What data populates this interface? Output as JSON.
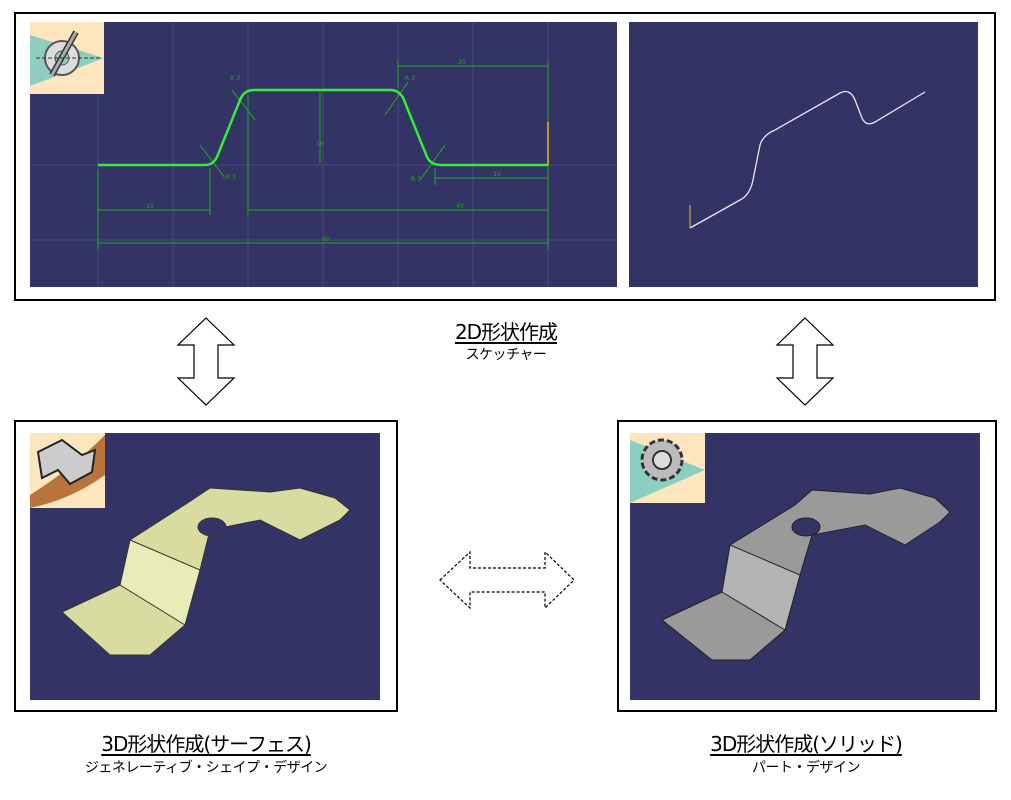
{
  "sketcher": {
    "title": "2D形状作成",
    "subtitle": "スケッチャー",
    "dimensions": {
      "left_flat": "15",
      "total": "60",
      "right_span": "40",
      "top_right": "20",
      "right_flat": "15",
      "height": "10",
      "radius": "R 3"
    }
  },
  "surface": {
    "title": "3D形状作成(サーフェス)",
    "subtitle": "ジェネレーティブ・シェイプ・デザイン"
  },
  "solid": {
    "title": "3D形状作成(ソリッド)",
    "subtitle": "パート・デザイン"
  },
  "colors": {
    "viewport": "#333366",
    "sketch": "#33ee33",
    "surface": "#d8dca0",
    "solid": "#9a9a9a"
  }
}
